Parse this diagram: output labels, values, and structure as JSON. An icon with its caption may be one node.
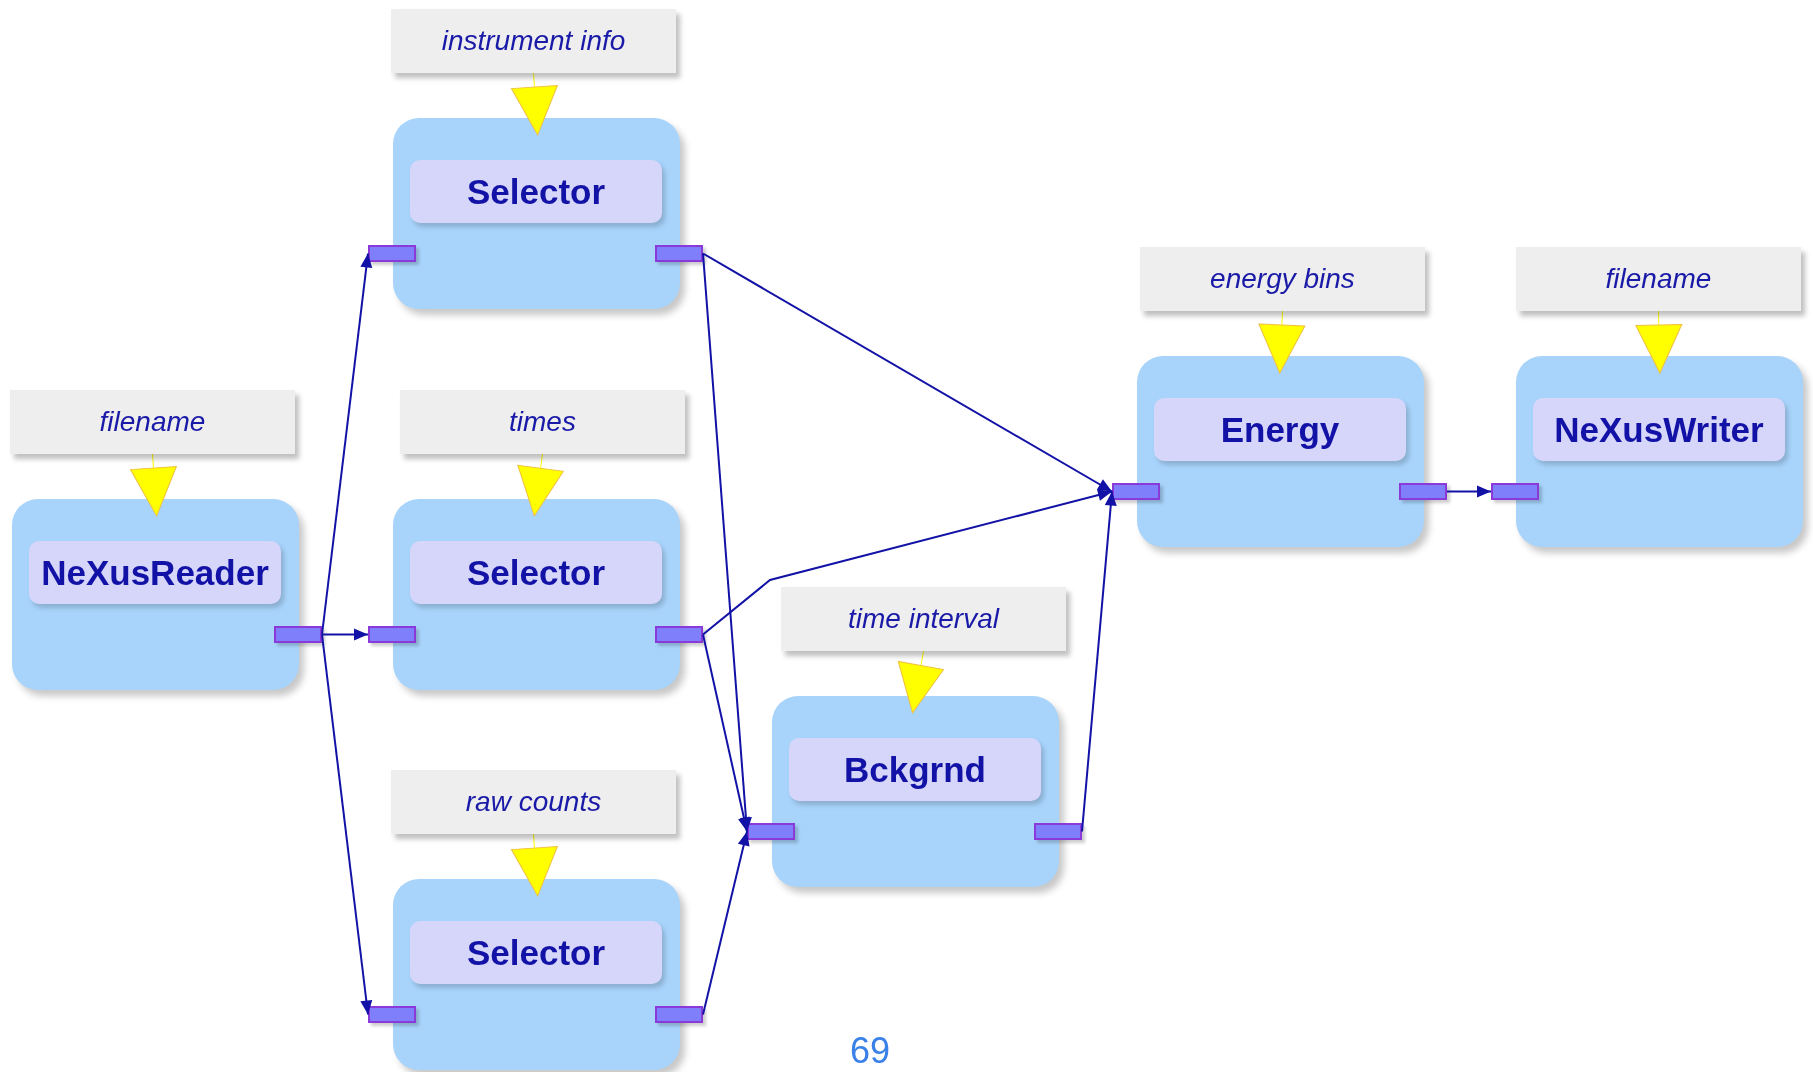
{
  "diagram": {
    "nodes": [
      {
        "text": [
          "instrument info"
        ]
      },
      {
        "text": [
          "Selector"
        ]
      },
      {
        "text": [],
        "shape": "bar",
        "in": 1
      },
      {
        "text": [],
        "shape": "bar",
        "in": 1
      },
      {
        "text": [
          "filename"
        ]
      },
      {
        "text": [
          "NeXusReader"
        ]
      },
      {
        "text": [],
        "shape": "bar",
        "in": 5
      },
      {
        "text": [
          "times"
        ]
      },
      {
        "text": [
          "Selector"
        ]
      },
      {
        "text": [],
        "shape": "bar",
        "in": 8
      },
      {
        "text": [],
        "shape": "bar",
        "in": 8
      },
      {
        "text": [
          "raw counts"
        ]
      },
      {
        "text": [
          "Selector"
        ]
      },
      {
        "text": [],
        "shape": "bar",
        "in": 12
      },
      {
        "text": [],
        "shape": "bar",
        "in": 12
      },
      {
        "text": [
          "time interval"
        ]
      },
      {
        "text": [
          "Bckgrnd"
        ]
      },
      {
        "text": [],
        "shape": "bar",
        "in": 16
      },
      {
        "text": [],
        "shape": "bar",
        "in": 16
      },
      {
        "text": [
          "energy bins"
        ]
      },
      {
        "text": [
          "Energy"
        ]
      },
      {
        "text": [],
        "shape": "bar",
        "in": 20
      },
      {
        "text": [],
        "shape": "bar",
        "in": 20
      },
      {
        "text": [
          "filename"
        ]
      },
      {
        "text": [
          "NeXusWriter"
        ]
      },
      {
        "text": [],
        "shape": "bar",
        "in": 24
      }
    ],
    "edges": [
      {
        "from": 0,
        "to": 1,
        "arrow": "to",
        "color": "#ffff00"
      },
      {
        "from": 4,
        "to": 5,
        "arrow": "to",
        "color": "#ffff00"
      },
      {
        "from": 7,
        "to": 8,
        "arrow": "to",
        "color": "#ffff00"
      },
      {
        "from": 11,
        "to": 12,
        "arrow": "to",
        "color": "#ffff00"
      },
      {
        "from": 15,
        "to": 16,
        "arrow": "to",
        "color": "#ffff00"
      },
      {
        "from": 19,
        "to": 20,
        "arrow": "to",
        "color": "#ffff00"
      },
      {
        "from": 23,
        "to": 24,
        "arrow": "to",
        "color": "#ffff00"
      },
      {
        "from": 6,
        "to": 2,
        "arrow": "to"
      },
      {
        "from": 6,
        "to": 9,
        "arrow": "to"
      },
      {
        "from": 6,
        "to": 13,
        "arrow": "to"
      },
      {
        "from": 3,
        "to": 21,
        "arrow": "to"
      },
      {
        "from": 3,
        "to": 17,
        "arrow": "to"
      },
      {
        "from": 10,
        "to": 21,
        "arrow": "to"
      },
      {
        "from": 10,
        "to": 17,
        "arrow": "to"
      },
      {
        "from": 14,
        "to": 17,
        "arrow": "to"
      },
      {
        "from": 18,
        "to": 21,
        "arrow": "to"
      },
      {
        "from": 22,
        "to": 25,
        "arrow": "to"
      }
    ],
    "labels": [
      "69"
    ]
  }
}
